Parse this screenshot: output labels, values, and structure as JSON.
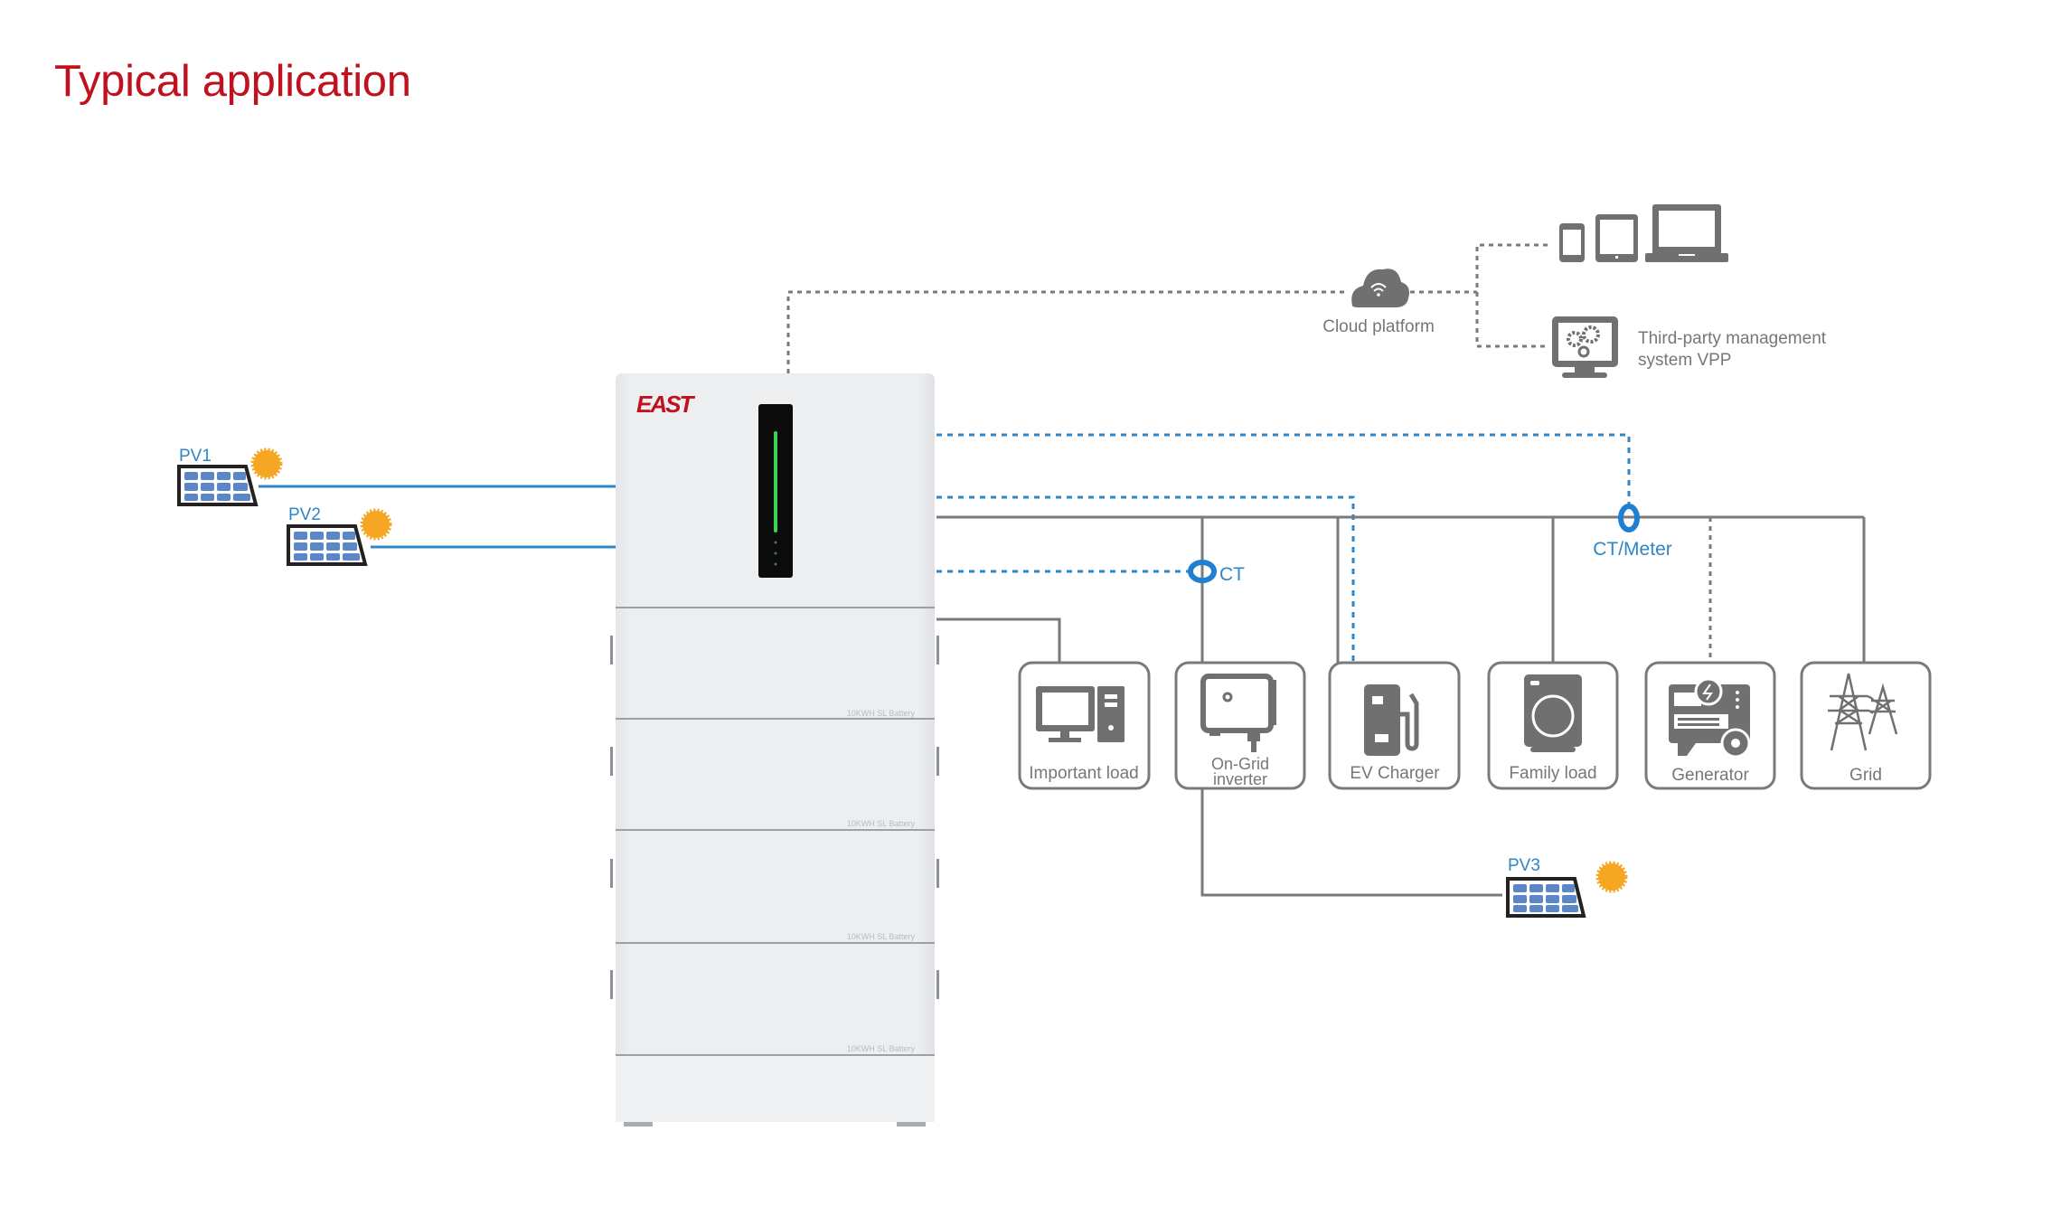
{
  "title": "Typical application",
  "colors": {
    "title": "#c0111f",
    "brand": "#c0111f",
    "icon_gray": "#707070",
    "line_gray": "#7a7a7a",
    "signal_blue": "#2f86c6",
    "pv_cell": "#5b87c9",
    "sun": "#f5a623",
    "led_green": "#39d353"
  },
  "battery_system": {
    "brand_logo": "EAST",
    "module_label": "10KWH SL Battery",
    "module_count": 4
  },
  "pv": {
    "pv1": "PV1",
    "pv2": "PV2",
    "pv3": "PV3"
  },
  "cloud": {
    "label": "Cloud platform"
  },
  "monitoring": {
    "devices": [
      "phone",
      "tablet",
      "laptop"
    ],
    "vpp_label_line1": "Third-party management",
    "vpp_label_line2": "system VPP"
  },
  "sensors": {
    "ct": "CT",
    "ct_meter": "CT/Meter"
  },
  "loads": [
    {
      "id": "important-load",
      "label": "Important load",
      "icon": "computer-icon"
    },
    {
      "id": "on-grid-inverter",
      "label_line1": "On-Grid",
      "label_line2": "inverter",
      "icon": "inverter-icon"
    },
    {
      "id": "ev-charger",
      "label": "EV Charger",
      "icon": "ev-charger-icon"
    },
    {
      "id": "family-load",
      "label": "Family load",
      "icon": "washing-machine-icon"
    },
    {
      "id": "generator",
      "label": "Generator",
      "icon": "generator-icon"
    },
    {
      "id": "grid",
      "label": "Grid",
      "icon": "power-tower-icon"
    }
  ]
}
